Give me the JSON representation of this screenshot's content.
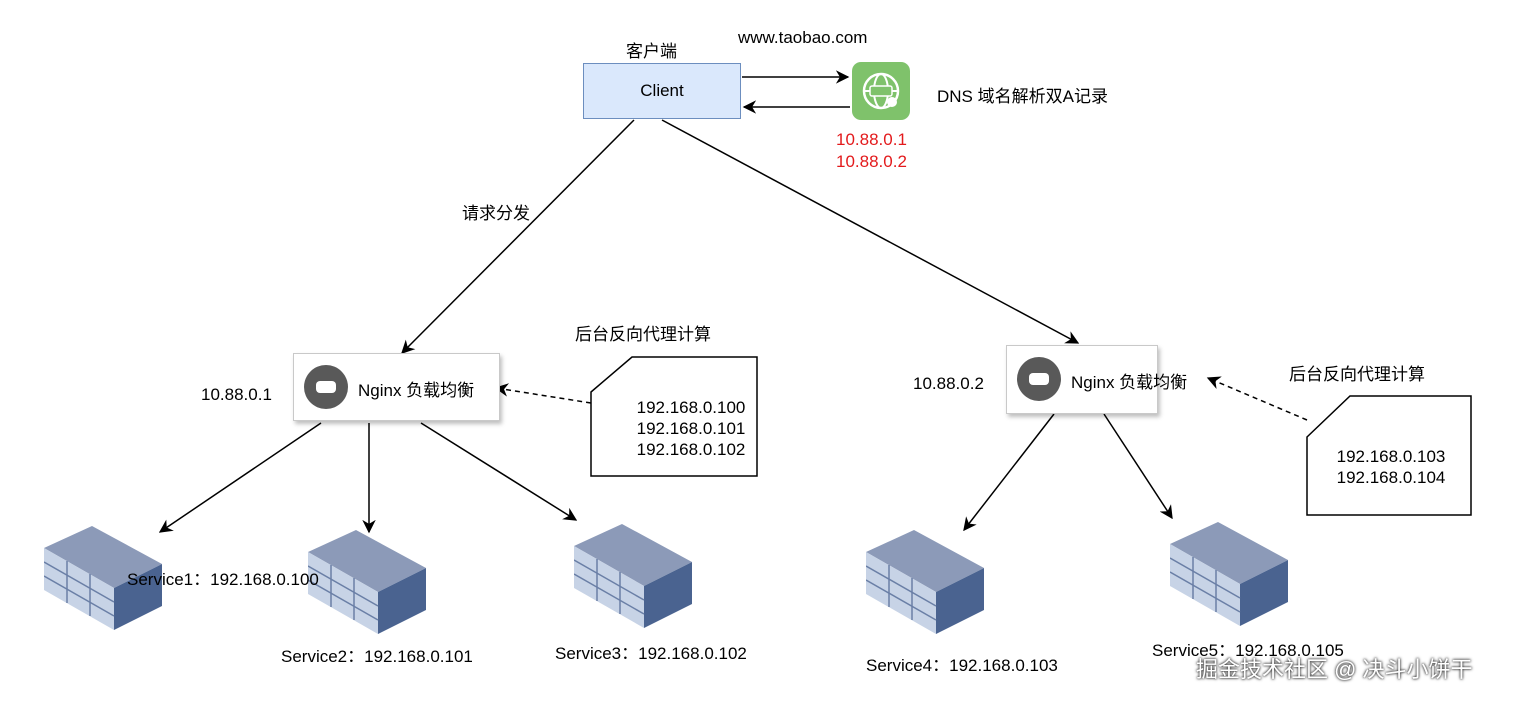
{
  "client": {
    "top_label": "客户端",
    "box_label": "Client",
    "domain": "www.taobao.com"
  },
  "dns": {
    "label": "DNS 域名解析双A记录",
    "ips": [
      "10.88.0.1",
      "10.88.0.2"
    ],
    "icon": "dns-globe-icon",
    "icon_color": "#7fc26b",
    "ip_color": "#e31a1c"
  },
  "dispatch_label": "请求分发",
  "nginx": [
    {
      "ip": "10.88.0.1",
      "label": "Nginx 负载均衡",
      "note_title": "后台反向代理计算",
      "note_ips": [
        "192.168.0.100",
        "192.168.0.101",
        "192.168.0.102"
      ]
    },
    {
      "ip": "10.88.0.2",
      "label": "Nginx 负载均衡",
      "note_title": "后台反向代理计算",
      "note_ips": [
        "192.168.0.103",
        "192.168.0.104"
      ]
    }
  ],
  "services": [
    "Service1：192.168.0.100",
    "Service2：192.168.0.101",
    "Service3：192.168.0.102",
    "Service4：192.168.0.103",
    "Service5：192.168.0.105"
  ],
  "watermark": "掘金技术社区 @ 决斗小饼干",
  "colors": {
    "client_fill": "#dae8fc",
    "client_border": "#6c8ebf",
    "server_top": "#8c9ab8",
    "server_side": "#4a6390"
  }
}
